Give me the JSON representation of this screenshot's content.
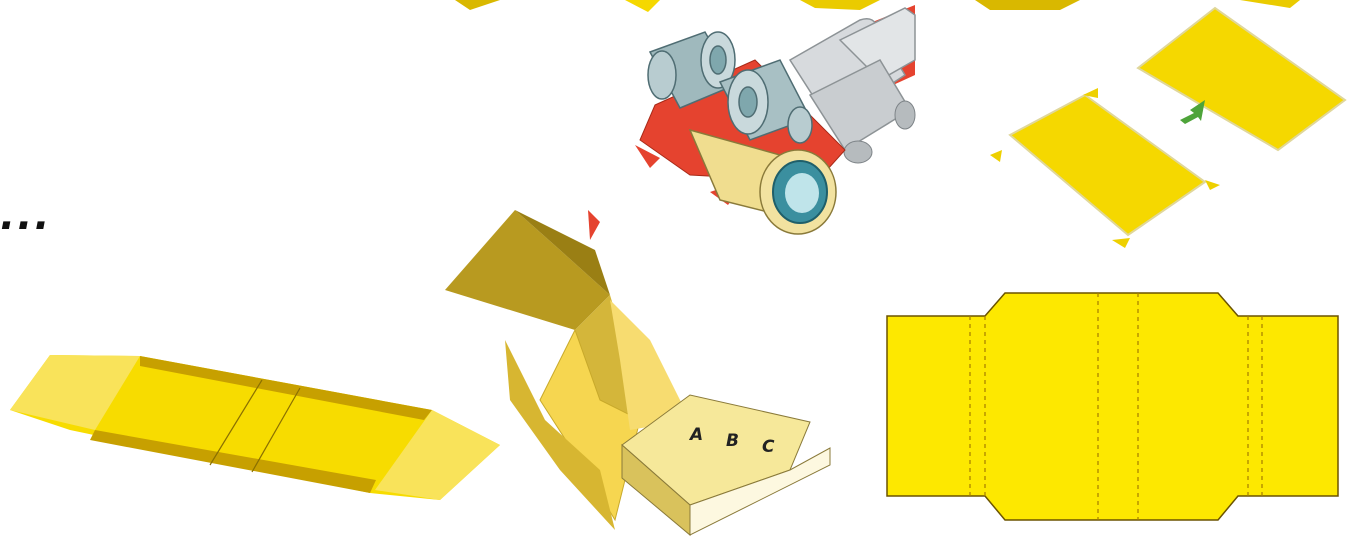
{
  "ellipsis": "...",
  "book_cover_letters": [
    "A",
    "B",
    "C"
  ],
  "colors": {
    "board_yellow": "#f7dc00",
    "board_shadow": "#c7a000",
    "cloth_dark": "#a88a1a",
    "cloth_mid": "#c5a52e",
    "page_cream": "#fbf2b8",
    "red_sheet": "#e5432f",
    "steel_roller": "#cfd3d6",
    "teal_roller": "#5fa8ad",
    "green_arrow": "#4ea43a",
    "dashed_line": "#a67d00",
    "outline": "#6b5300"
  },
  "icons": {
    "hinge_sheet": "flat-yellow-cover-board-icon",
    "folding_book": "folding-book-with-spine-icon",
    "glue_machine": "glue-roller-machine-icon",
    "board_assembly": "board-placement-icon",
    "dieline": "book-cover-dieline-icon"
  }
}
